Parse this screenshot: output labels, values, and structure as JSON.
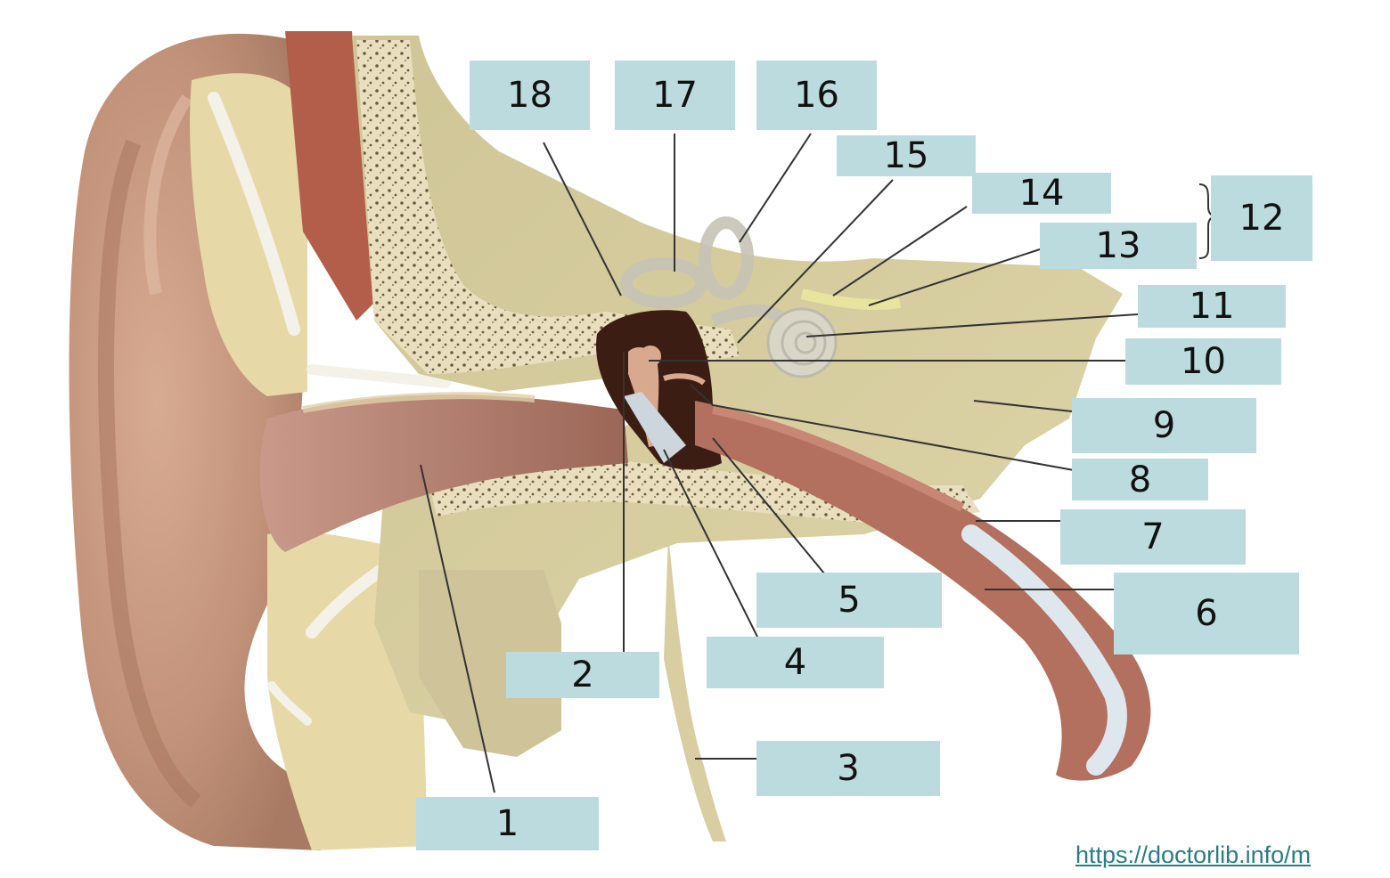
{
  "labels": {
    "l1": "1",
    "l2": "2",
    "l3": "3",
    "l4": "4",
    "l5": "5",
    "l6": "6",
    "l7": "7",
    "l8": "8",
    "l9": "9",
    "l10": "10",
    "l11": "11",
    "l12": "12",
    "l13": "13",
    "l14": "14",
    "l15": "15",
    "l16": "16",
    "l17": "17",
    "l18": "18"
  },
  "source_link": "https://doctorlib.info/m",
  "colors": {
    "label_box": "#bcdbde",
    "skin": "#c79a83",
    "canal": "#b27d6c",
    "bone": "#e8dbb0",
    "temporal_bone": "#d8cd9c",
    "spongy_dots": "#6b5a3e",
    "cartilage": "#f2efe6",
    "muscle": "#b25e4a",
    "tympanic_cavity": "#3c1d14",
    "labyrinth": "#d9d5c7",
    "leader_line": "#333333",
    "link": "#2a7d85"
  }
}
